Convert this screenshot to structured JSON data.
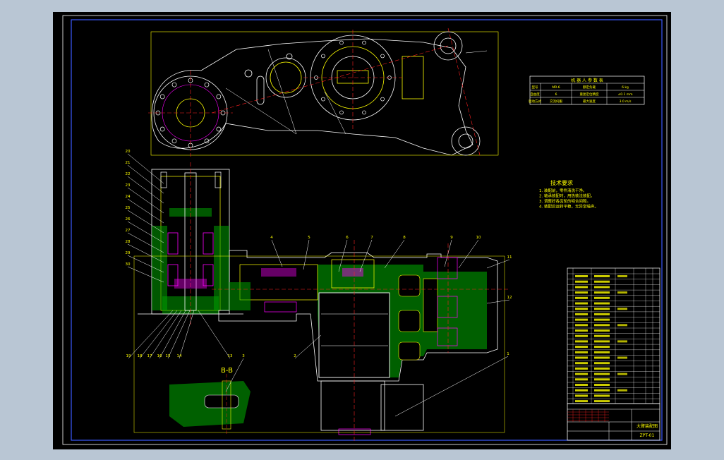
{
  "drawing": {
    "colors": {
      "window_bg": "#b9c6d4",
      "sheet_bg": "#000000",
      "frame": "#3b5bff",
      "outline": "#ffff00",
      "hatch": "#00c000",
      "center_line": "#ff2020",
      "leader": "#ffffff",
      "dimension": "#00e0e0",
      "part_edge": "#ff00ff"
    },
    "section_label": "B-B",
    "tech_requirements_title": "技术要求",
    "tech_requirements": [
      "1. 装配前，零件清洗干净。",
      "2. 轴承装配时，用热装法装配。",
      "3. 调整好各齿轮的啮合间隙。",
      "4. 装配后运转平稳，无异常噪声。"
    ],
    "param_table": {
      "title": "机 器 人 参 数 表",
      "rows": [
        [
          "型号",
          "MR-6",
          "额定负载",
          "6 kg"
        ],
        [
          "自由度",
          "6",
          "重复定位精度",
          "±0.1 mm"
        ],
        [
          "驱动方式",
          "交流伺服",
          "最大速度",
          "3.0 m/s"
        ]
      ]
    },
    "balloons_top": [
      "4",
      "5",
      "6",
      "7",
      "8",
      "9",
      "10"
    ],
    "balloons_left": [
      "20",
      "21",
      "22",
      "23",
      "24",
      "25",
      "26",
      "27",
      "28",
      "29",
      "30"
    ],
    "balloons_bottom": [
      "19",
      "18",
      "17",
      "16",
      "15",
      "14",
      "13"
    ],
    "balloons_right": [
      "11",
      "12",
      "1",
      "2",
      "3"
    ],
    "title_block": {
      "drawing_name": "大臂装配图",
      "drawing_number": "ZPT-01"
    }
  }
}
